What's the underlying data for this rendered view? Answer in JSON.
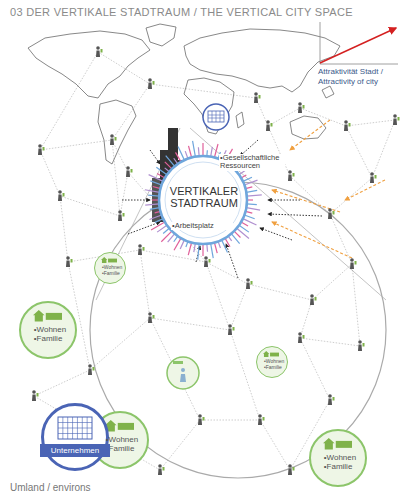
{
  "diagram": {
    "title": "03 DER VERTIKALE STADTRAUM / THE VERTICAL CITY SPACE",
    "nodes": [
      {
        "text": [
          "VERTIKALER STADTRAUM",
          "•Gesellschaftliche Ressourcen",
          "•Arbeitsplatz"
        ]
      },
      {
        "text": [
          "•Wohnen •Familie"
        ]
      },
      {
        "text": [
          "•Wohnen •Familie"
        ]
      },
      {
        "text": [
          "•Wohnen •Familie"
        ]
      },
      {
        "text": [
          "•Wohnen •Familie"
        ]
      },
      {
        "text": [
          "•Wohnen •Familie"
        ]
      },
      {
        "text": [
          "Unternehmen"
        ]
      }
    ],
    "labels": [
      "Attraktivität Stadt / Attractivity of city",
      "Umland / environs"
    ]
  }
}
